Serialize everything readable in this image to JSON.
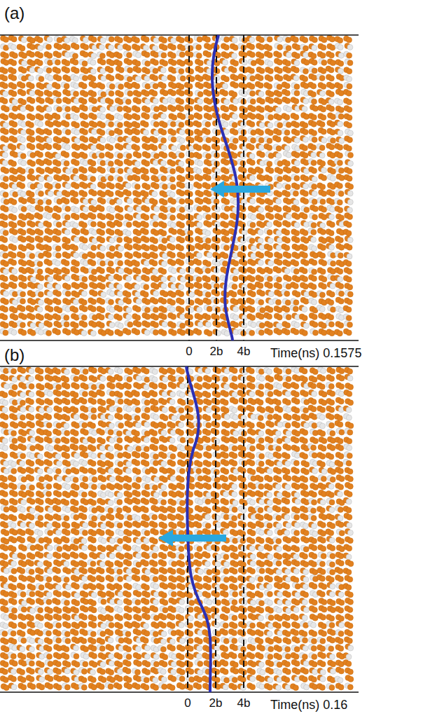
{
  "diagram": {
    "labels": [
      "(a)",
      "0",
      "2b",
      "4b",
      "Time(ns) 0.1575",
      "(b)",
      "0",
      "2b",
      "4b",
      "Time(ns) 0.16"
    ]
  }
}
